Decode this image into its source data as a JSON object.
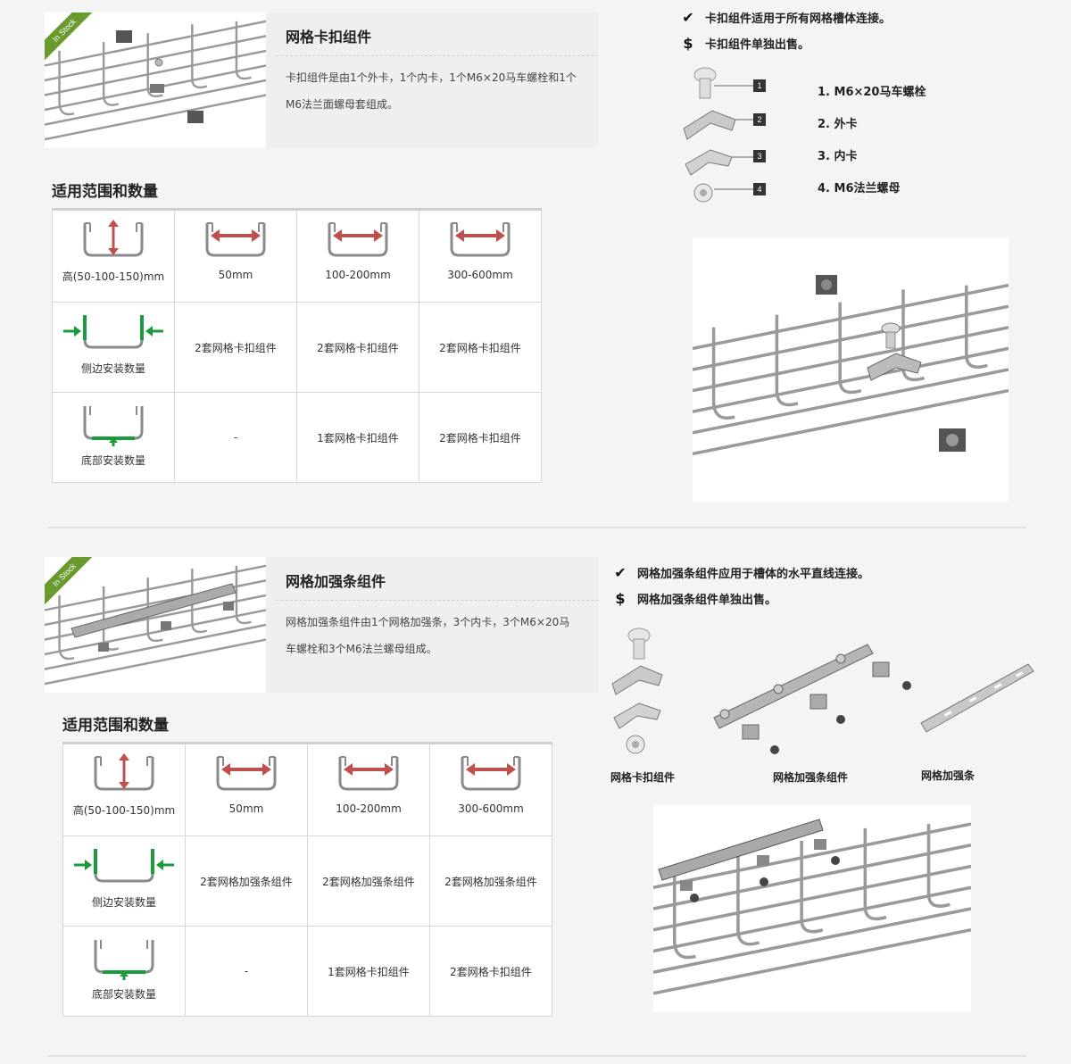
{
  "section1": {
    "badge": "In Stock",
    "title": "网格卡扣组件",
    "desc_line1": "卡扣组件是由1个外卡，1个内卡，1个M6×20马车螺栓和1个",
    "desc_line2": "M6法兰面螺母套组成。",
    "features": [
      {
        "icon": "check-icon",
        "text": "卡扣组件适用于所有网格槽体连接。"
      },
      {
        "icon": "dollar-icon",
        "text": "卡扣组件单独出售。"
      }
    ],
    "parts": [
      {
        "num": "1",
        "label": "1. M6×20马车螺栓"
      },
      {
        "num": "2",
        "label": "2. 外卡"
      },
      {
        "num": "3",
        "label": "3. 内卡"
      },
      {
        "num": "4",
        "label": "4. M6法兰螺母"
      }
    ],
    "table_title": "适用范围和数量",
    "header": [
      "高(50-100-150)mm",
      "50mm",
      "100-200mm",
      "300-600mm"
    ],
    "row_side": {
      "label": "侧边安装数量",
      "cells": [
        "2套网格卡扣组件",
        "2套网格卡扣组件",
        "2套网格卡扣组件"
      ]
    },
    "row_bottom": {
      "label": "底部安装数量",
      "cells": [
        "-",
        "1套网格卡扣组件",
        "2套网格卡扣组件"
      ]
    }
  },
  "section2": {
    "badge": "In Stock",
    "title": "网格加强条组件",
    "desc_line1": "网格加强条组件由1个网格加强条，3个内卡，3个M6×20马",
    "desc_line2": "车螺栓和3个M6法兰螺母组成。",
    "features": [
      {
        "icon": "check-icon",
        "text": "网格加强条组件应用于槽体的水平直线连接。"
      },
      {
        "icon": "dollar-icon",
        "text": "网格加强条组件单独出售。"
      }
    ],
    "captions": [
      "网格卡扣组件",
      "网格加强条组件",
      "网格加强条"
    ],
    "table_title": "适用范围和数量",
    "header": [
      "高(50-100-150)mm",
      "50mm",
      "100-200mm",
      "300-600mm"
    ],
    "row_side": {
      "label": "侧边安装数量",
      "cells": [
        "2套网格加强条组件",
        "2套网格加强条组件",
        "2套网格加强条组件"
      ]
    },
    "row_bottom": {
      "label": "底部安装数量",
      "cells": [
        "-",
        "1套网格卡扣组件",
        "2套网格卡扣组件"
      ]
    }
  },
  "colors": {
    "badge_green": "#6a9a2e",
    "arrow_red": "#c0504d",
    "arrow_green": "#1a9b3c"
  }
}
